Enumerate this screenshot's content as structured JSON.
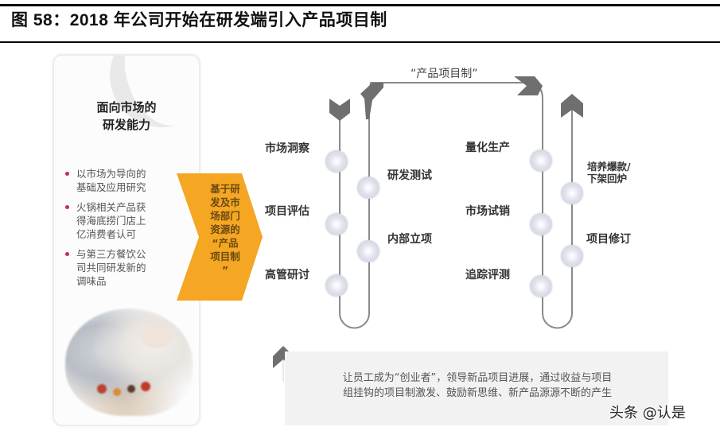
{
  "figure": {
    "title": "图 58：2018 年公司开始在研发端引入产品项目制"
  },
  "left_card": {
    "heading_lines": [
      "面向市场的",
      "研发能力"
    ],
    "bullets": [
      {
        "lines": [
          "以市场为导向的",
          "基础及应用研究"
        ]
      },
      {
        "lines": [
          "火锅相关产品获",
          "得海底捞门店上",
          "亿消费者认可"
        ]
      },
      {
        "lines": [
          "与第三方餐饮公",
          "司共同研发新的",
          "调味品"
        ]
      }
    ],
    "bullet_color": "#c0304a",
    "image": "lab-researcher-photo"
  },
  "orange_chevron": {
    "lines": [
      "基于研",
      "发及市",
      "场部门",
      "资源的",
      "“产品",
      "项目制",
      "”"
    ],
    "color": "#f5a623"
  },
  "flow": {
    "title": "“产品项目制”",
    "line_color": "#888888",
    "arrow_color": "#6f6f6f",
    "left_loop": {
      "down_column": [
        "市场洞察",
        "项目评估",
        "高管研讨"
      ],
      "up_column": [
        "研发测试",
        "内部立项"
      ]
    },
    "right_loop": {
      "down_column": [
        "量化生产",
        "市场试销",
        "追踪评测"
      ],
      "up_column_lines": [
        [
          "培养爆款/",
          "下架回炉"
        ],
        [
          "项目修订"
        ]
      ]
    }
  },
  "bottom_box": {
    "lines": [
      "让员工成为“创业者”，领导新品项目进展，通过收益与项目",
      "组挂钩的项目制激发、鼓励新思维、新产品源源不断的产生"
    ],
    "background": "#f2f2f2"
  },
  "watermark": "头条 @认是"
}
